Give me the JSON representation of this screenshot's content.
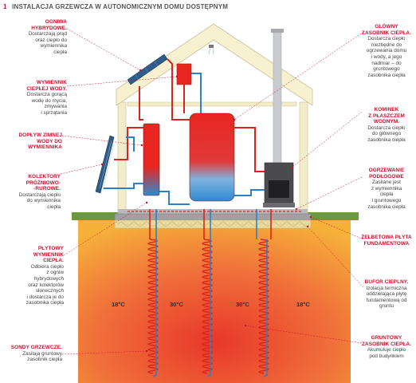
{
  "header": {
    "number": "1",
    "title": "INSTALACJA GRZEWCZA W AUTONOMICZNYM DOMU DOSTĘPNYM"
  },
  "labels": {
    "hybrid_panels": {
      "title": [
        "OGNIWA",
        "HYBRYDOWE."
      ],
      "desc": [
        "Dostarczają prąd",
        "oraz ciepło do",
        "wymiennika",
        "ciepła"
      ]
    },
    "water_exchanger": {
      "title": [
        "WYMIENNIK",
        "CIEPŁEJ WODY."
      ],
      "desc": [
        "Dostarcza gorącą",
        "wodę do mycia,",
        "zmywania",
        "i sprzątania"
      ]
    },
    "cold_water": {
      "title": [
        "DOPŁYW ZIMNEJ",
        "WODY DO",
        "WYMIENNIKA"
      ],
      "desc": []
    },
    "collectors": {
      "title": [
        "KOLEKTORY",
        "PRÓŻNIOWO-",
        "-RUROWE."
      ],
      "desc": [
        "Dostarczają ciepło",
        "do wymiennika",
        "ciepła"
      ]
    },
    "plate_exchanger": {
      "title": [
        "PŁYTOWY",
        "WYMIENNIK",
        "CIEPŁA."
      ],
      "desc": [
        "Odbiera ciepło",
        "z ogniw",
        "hybrydowych",
        "oraz kolektorów",
        "słonecznych",
        "i dostarcza je do",
        "zasobnika ciepła"
      ]
    },
    "probes": {
      "title": [
        "SONDY GRZEWCZE."
      ],
      "desc": [
        "Zasilają gruntowy",
        "zasobnik ciepła"
      ]
    },
    "main_storage": {
      "title": [
        "GŁÓWNY",
        "ZASOBNIK CIEPŁA."
      ],
      "desc": [
        "Dostarcza ciepło",
        "niezbędne do",
        "ogrzewania domu",
        "i wody, a jego",
        "nadmiar – do",
        "gruntowego",
        "zasobnika ciepła"
      ]
    },
    "fireplace": {
      "title": [
        "KOMINEK",
        "Z PŁASZCZEM",
        "WODNYM."
      ],
      "desc": [
        "Dostarcza ciepło",
        "do głównego",
        "zasobnika ciepła"
      ]
    },
    "floor_heating": {
      "title": [
        "OGRZEWANIE",
        "PODŁOGOWE"
      ],
      "desc": [
        "Zasilane jest",
        "z wymiennika",
        "ciepła",
        "i gruntowego",
        "zasobnika ciepła"
      ]
    },
    "slab": {
      "title": [
        "ŻELBETOWA PŁYTA",
        "FUNDAMENTOWA"
      ],
      "desc": []
    },
    "buffer": {
      "title": [
        "BUFOR CIEPLNY."
      ],
      "desc": [
        "Izolacja termiczna",
        "oddzielająca płytę",
        "fundamentową od",
        "gruntu"
      ]
    },
    "ground_storage": {
      "title": [
        "GRUNTOWY",
        "ZASOBNIK CIEPŁA."
      ],
      "desc": [
        "Akumuluje ciepło",
        "pod budynkiem"
      ]
    }
  },
  "temperatures": [
    "18°C",
    "30°C",
    "30°C",
    "18°C"
  ],
  "colors": {
    "accent": "#c8102e",
    "ground_hot": "#e8372a",
    "ground_cool": "#f6b13a",
    "pipe_red": "#d9261c",
    "pipe_blue": "#2f7fc4",
    "wall": "#f2ecc8",
    "roof": "#f7f1d0"
  }
}
